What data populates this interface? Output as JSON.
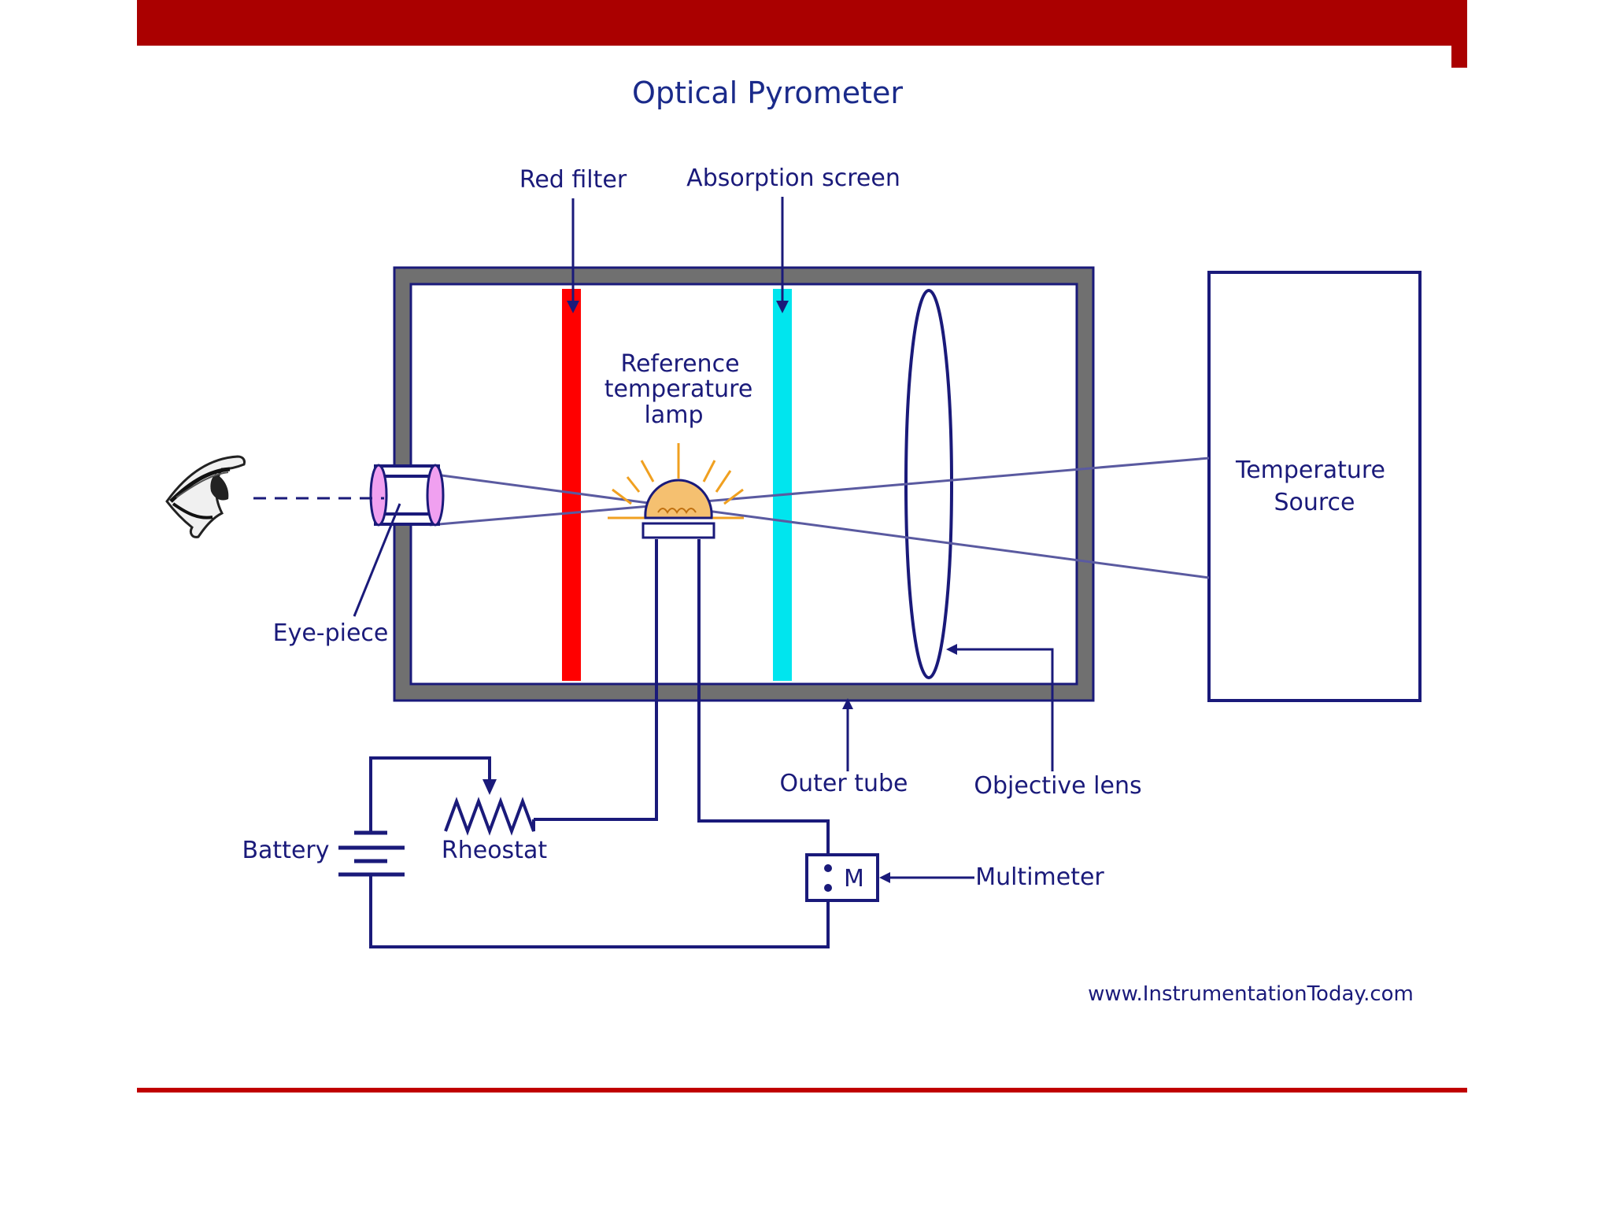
{
  "theme": {
    "header_bar_color": "#aa0000",
    "footer_line_color": "#c00000",
    "ink_color": "#1a1a7a",
    "tube_wall_color": "#707070",
    "red_filter_color": "#ff0000",
    "absorption_screen_color": "#00e5ee",
    "eyepiece_color": "#f0a0f0",
    "lamp_color": "#f5c070"
  },
  "diagram": {
    "title": "Optical Pyrometer",
    "labels": {
      "red_filter": "Red filter",
      "absorption_screen": "Absorption screen",
      "reference_lamp": [
        "Reference",
        "temperature",
        "lamp"
      ],
      "temperature_source": [
        "Temperature",
        "Source"
      ],
      "eye_piece": "Eye-piece",
      "outer_tube": "Outer tube",
      "objective_lens": "Objective lens",
      "battery": "Battery",
      "rheostat": "Rheostat",
      "multimeter": "Multimeter",
      "multimeter_symbol": "M"
    },
    "credit": "www.InstrumentationToday.com",
    "icons": {
      "observer": "eye-icon"
    }
  }
}
